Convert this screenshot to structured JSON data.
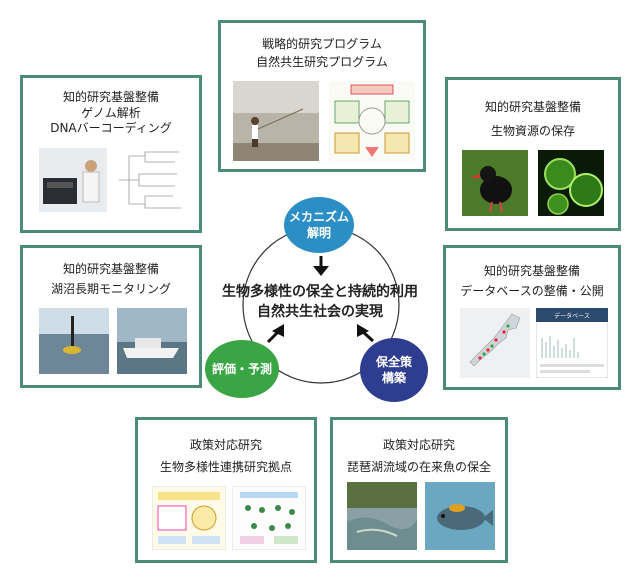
{
  "center": {
    "line1": "生物多様性の保全と持続的利用",
    "line2": "自然共生社会の実現",
    "mechanism": [
      "メカニズム",
      "解明"
    ],
    "evaluate": "評価・予測",
    "conserve": [
      "保全策",
      "構築"
    ]
  },
  "boxes": {
    "top": {
      "title1": "戦略的研究プログラム",
      "title2": "自然共生研究プログラム"
    },
    "genome": {
      "title1": "知的研究基盤整備",
      "title2": "ゲノム解析",
      "title3": "DNAバーコーディング"
    },
    "resource": {
      "title1": "知的研究基盤整備",
      "title2": "生物資源の保存"
    },
    "lake": {
      "title1": "知的研究基盤整備",
      "title2": "湖沼長期モニタリング"
    },
    "db": {
      "title1": "知的研究基盤整備",
      "title2": "データベースの整備・公開",
      "screenshot_label": "データベース"
    },
    "policy1": {
      "title1": "政策対応研究",
      "title2": "生物多様性連携研究拠点"
    },
    "policy2": {
      "title1": "政策対応研究",
      "title2": "琵琶湖流域の在来魚の保全"
    }
  },
  "colors": {
    "border": "#4a8c78",
    "mechanism": "#2b8fc5",
    "evaluate": "#3aa544",
    "conserve": "#2e3d8f"
  }
}
